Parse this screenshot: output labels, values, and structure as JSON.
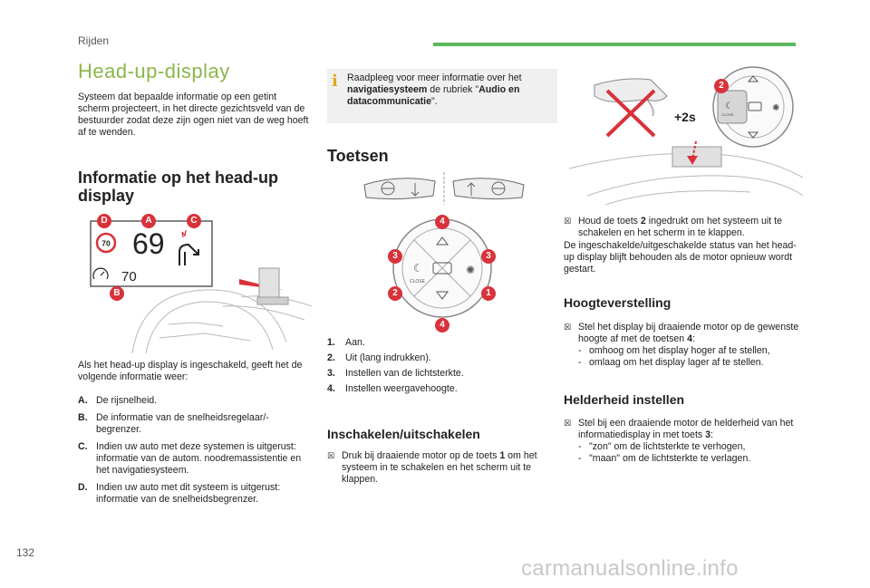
{
  "header": {
    "section": "Rijden",
    "accent_color": "#5cb85c"
  },
  "page": {
    "title": "Head-up-display",
    "title_color": "#8bb64b",
    "number": "132",
    "watermark": "carmanualsonline.info"
  },
  "left": {
    "intro": "Systeem dat bepaalde informatie op een getint scherm projecteert, in het directe gezichtsveld van de bestuurder zodat deze zijn ogen niet van de weg hoeft af te wenden.",
    "heading": "Informatie op het head-up display",
    "figure": {
      "speed": "69",
      "limit_sign": "70",
      "cruise_speed": "70",
      "badges": [
        "D",
        "A",
        "C",
        "B"
      ],
      "badge_color": "#d8323a"
    },
    "lead": "Als het head-up display is ingeschakeld, geeft het de volgende informatie weer:",
    "items": [
      {
        "key": "A.",
        "text": "De rijsnelheid."
      },
      {
        "key": "B.",
        "text": "De informatie van de snelheidsregelaar/-begrenzer."
      },
      {
        "key": "C.",
        "text": "Indien uw auto met deze systemen is uitgerust: informatie van de autom. noodremassistentie en het navigatiesysteem."
      },
      {
        "key": "D.",
        "text": "Indien uw auto met dit systeem is uitgerust: informatie van de snelheidsbegrenzer."
      }
    ]
  },
  "middle": {
    "note": {
      "pre": "Raadpleeg voor meer informatie over het ",
      "bold1": "navigatiesysteem",
      "mid": " de rubriek \"",
      "bold2": "Audio en datacommunicatie",
      "post": "\"."
    },
    "heading": "Toetsen",
    "figure": {
      "buttons": [
        "4",
        "3",
        "3",
        "2",
        "1",
        "4"
      ],
      "close_label": "CLOSE"
    },
    "keys": [
      {
        "key": "1.",
        "text": "Aan."
      },
      {
        "key": "2.",
        "text": "Uit (lang indrukken)."
      },
      {
        "key": "3.",
        "text": "Instellen van de lichtsterkte."
      },
      {
        "key": "4.",
        "text": "Instellen weergavehoogte."
      }
    ],
    "subheading": "Inschakelen/uitschakelen",
    "bullet": {
      "pre": "Druk bij draaiende motor op de toets ",
      "bold": "1",
      "post": " om het systeem in te schakelen en het scherm uit te klappen."
    }
  },
  "right": {
    "figure": {
      "badge": "2",
      "hold_label": "+2s",
      "close_label": "CLOSE"
    },
    "bullet": {
      "pre": "Houd de toets ",
      "bold": "2",
      "post": " ingedrukt om het systeem uit te schakelen en het scherm in te klappen."
    },
    "para": "De ingeschakelde/uitgeschakelde status van het head-up display blijft behouden als de motor opnieuw wordt gestart.",
    "height_heading": "Hoogteverstelling",
    "height_bullet": {
      "pre": "Stel het display bij draaiende motor op de gewenste hoogte af met de toetsen ",
      "bold": "4",
      "post": ":"
    },
    "height_subs": [
      "omhoog om het display hoger af te stellen,",
      "omlaag om het display lager af te stellen."
    ],
    "brightness_heading": "Helderheid instellen",
    "brightness_bullet": {
      "pre": "Stel bij een draaiende motor de helderheid van het informatiedisplay in met toets ",
      "bold": "3",
      "post": ":"
    },
    "brightness_subs": [
      "\"zon\" om de lichtsterkte te verhogen,",
      "\"maan\" om de lichtsterkte te verlagen."
    ]
  }
}
